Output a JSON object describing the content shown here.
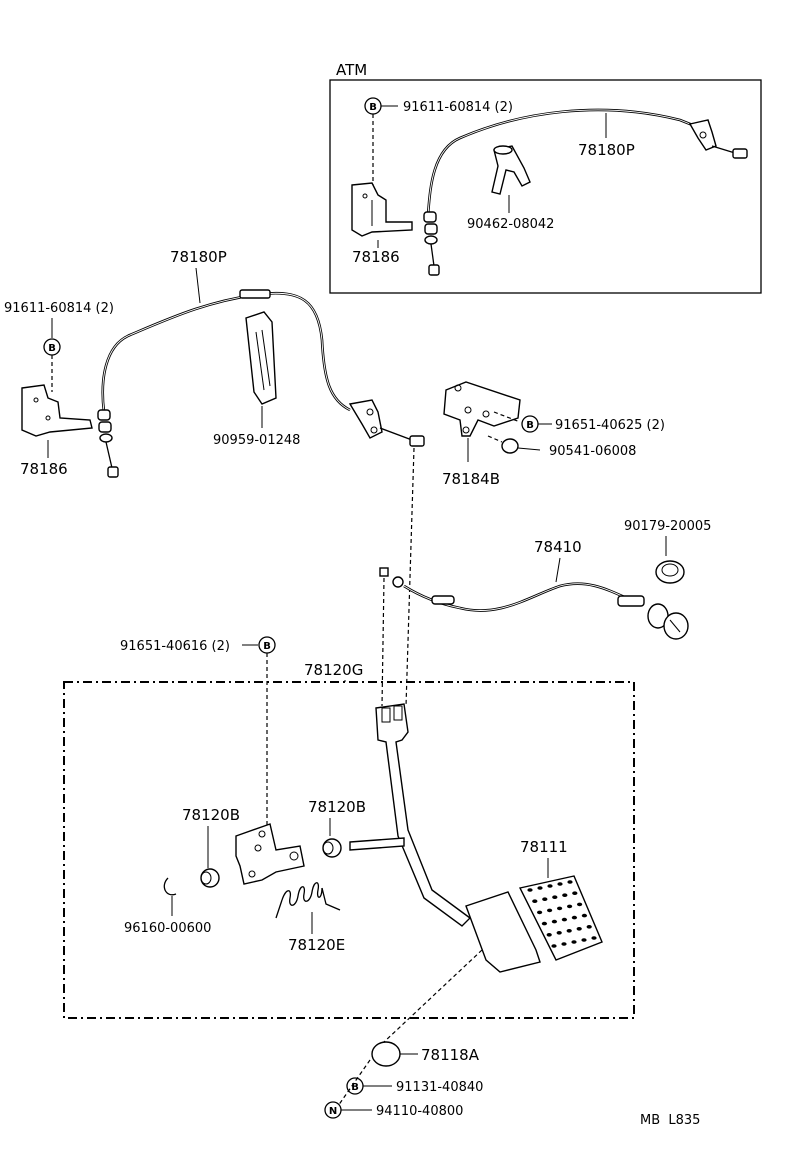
{
  "atm": {
    "title": "ATM",
    "bolt": "91611-60814 (2)",
    "cable": "78180P",
    "clamp": "90462-08042",
    "bracket": "78186"
  },
  "upper": {
    "cable": "78180P",
    "bolt": "91611-60814 (2)",
    "bracket": "78186",
    "clip": "90959-01248",
    "bolt2": "91651-40625 (2)",
    "cushion": "90541-06008",
    "support": "78184B"
  },
  "middle": {
    "grommet": "90179-20005",
    "cable": "78410",
    "bolt": "91651-40616 (2)"
  },
  "pedal_assy": {
    "title": "78120G",
    "bushing_left": "78120B",
    "bushing_right": "78120B",
    "pad": "78111",
    "ring": "96160-00600",
    "spring": "78120E"
  },
  "bottom": {
    "stopper": "78118A",
    "bolt": "91131-40840",
    "nut": "94110-40800"
  },
  "markers": {
    "bolt_symbol": "B",
    "nut_symbol": "N"
  },
  "footer": {
    "code": "MB  L835"
  }
}
